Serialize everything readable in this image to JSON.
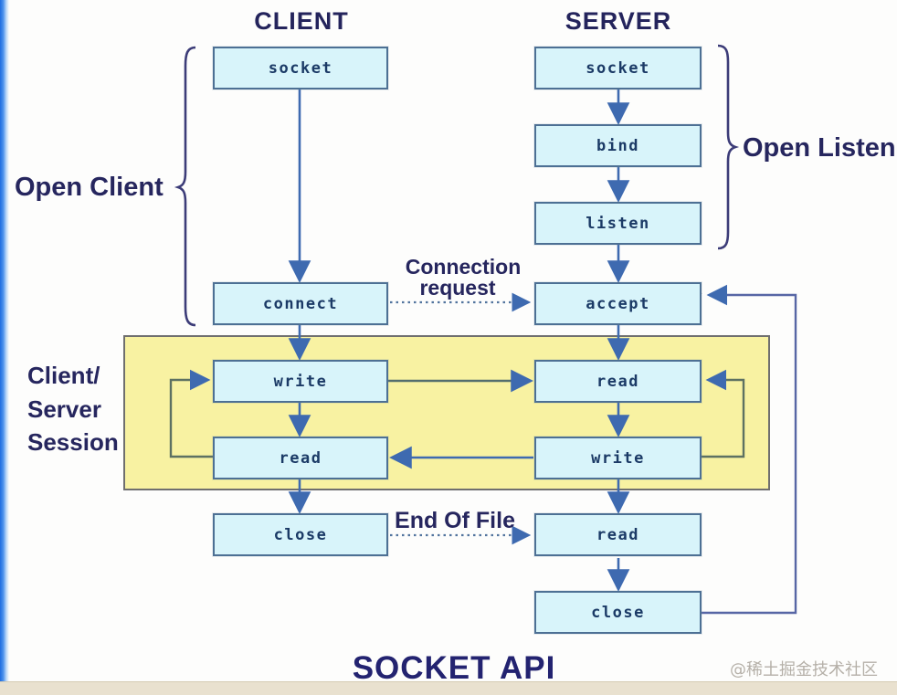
{
  "diagram": {
    "title": "SOCKET API",
    "watermark": "@稀土掘金技术社区",
    "client": {
      "header": "CLIENT",
      "boxes": [
        {
          "label": "socket"
        },
        {
          "label": "connect"
        },
        {
          "label": "write"
        },
        {
          "label": "read"
        },
        {
          "label": "close"
        }
      ]
    },
    "server": {
      "header": "SERVER",
      "boxes": [
        {
          "label": "socket"
        },
        {
          "label": "bind"
        },
        {
          "label": "listen"
        },
        {
          "label": "accept"
        },
        {
          "label": "read"
        },
        {
          "label": "write"
        },
        {
          "label": "read"
        },
        {
          "label": "close"
        }
      ]
    },
    "braces": {
      "open_client": "Open Client",
      "open_listen": "Open Listen"
    },
    "annotations": {
      "connection_request": [
        "Connection",
        "request"
      ],
      "session": [
        "Client/",
        "Server",
        "Session"
      ],
      "end_of_file": "End Of File"
    },
    "colors": {
      "box_fill": "#d8f4fa",
      "box_border": "#4d7094",
      "arrow_blue": "#3e6ab0",
      "session_yellow": "#f8f2a2",
      "navy_text": "#26265e",
      "edge_bar_blue": "#1e6ce0"
    }
  }
}
